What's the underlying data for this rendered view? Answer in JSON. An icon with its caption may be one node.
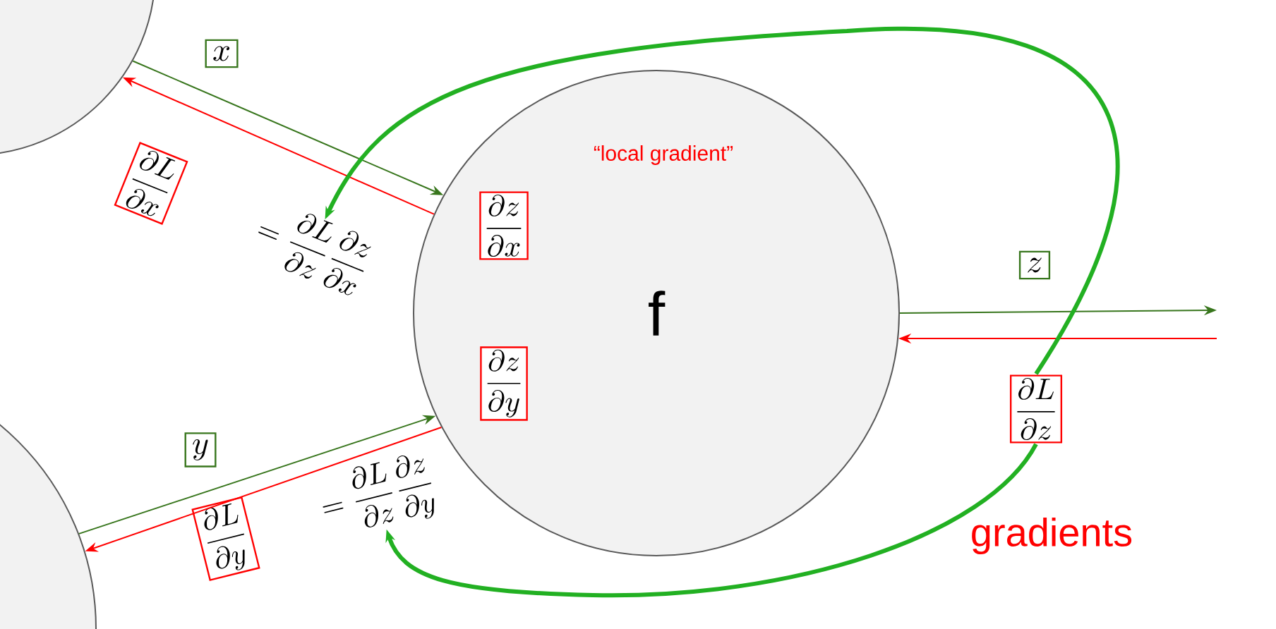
{
  "diagram": {
    "nodes": [
      {
        "text": [],
        "shape": "circle"
      },
      {
        "text": [],
        "shape": "circle"
      },
      {
        "text": [
          "“local gradient”",
          "f"
        ]
      },
      {
        "text": [
          "\\frac{\\partial z}{\\partial x}"
        ],
        "in": 2
      },
      {
        "text": [
          "\\frac{\\partial z}{\\partial y}"
        ],
        "in": 2
      },
      {
        "text": [
          "\\frac{\\partial L}{\\partial z}"
        ]
      },
      {
        "text": [
          "\\frac{\\partial L}{\\partial x}"
        ]
      },
      {
        "text": [
          "= \\frac{\\partial L}{\\partial z}\\frac{\\partial z}{\\partial x}"
        ]
      },
      {
        "text": [
          "\\frac{\\partial L}{\\partial y}"
        ]
      },
      {
        "text": [
          "= \\frac{\\partial L}{\\partial z}\\frac{\\partial z}{\\partial y}"
        ]
      }
    ],
    "edges": [
      {
        "from": 0,
        "to": 2,
        "arrow": "to",
        "label": "x",
        "color": "#38761d"
      },
      {
        "from": 2,
        "to": 0,
        "arrow": "to",
        "color": "#ff0000"
      },
      {
        "from": 1,
        "to": 2,
        "arrow": "to",
        "label": "y",
        "color": "#38761d"
      },
      {
        "from": 2,
        "to": 1,
        "arrow": "to",
        "color": "#ff0000"
      },
      {
        "from": 2,
        "to": null,
        "arrow": "to",
        "label": "z",
        "color": "#38761d"
      },
      {
        "from": null,
        "to": 2,
        "arrow": "to",
        "color": "#ff0000"
      },
      {
        "from": 5,
        "to": 7,
        "arrow": "to",
        "style": "thick",
        "color": "#22b022"
      },
      {
        "from": 5,
        "to": 9,
        "arrow": "to",
        "style": "thick",
        "color": "#22b022"
      }
    ],
    "labels": [
      "gradients"
    ]
  }
}
